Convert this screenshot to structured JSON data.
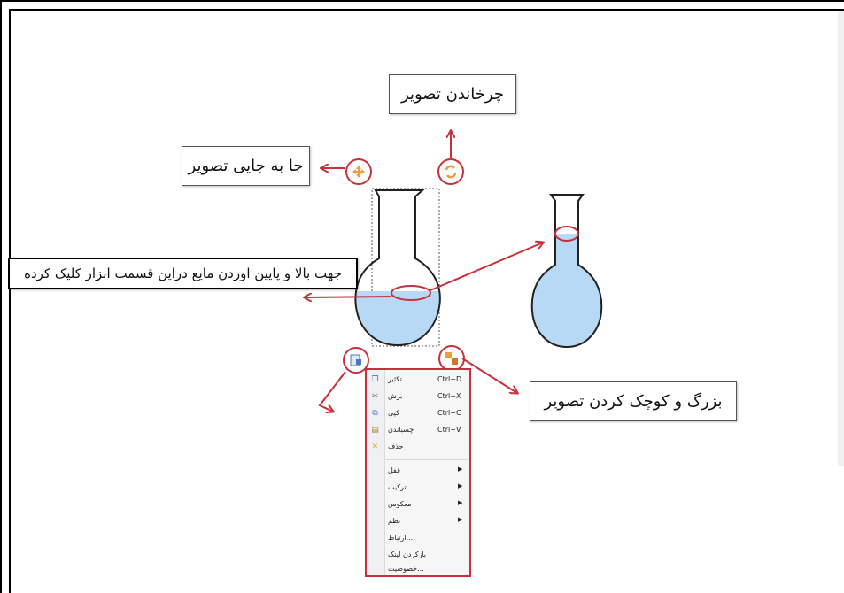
{
  "callouts": {
    "rotate": "چرخاندن تصویر",
    "move": "جا به جایی تصویر",
    "liquid": "جهت بالا و پایین اوردن مایع دراین قسمت ابزار کلیک کرده",
    "resize": "بزرگ و کوچک کردن تصویر"
  },
  "context_menu": {
    "items": [
      {
        "label": "تکثیر",
        "shortcut": "Ctrl+D",
        "icon": "duplicate-icon",
        "submenu": false
      },
      {
        "label": "برش",
        "shortcut": "Ctrl+X",
        "icon": "scissors-icon",
        "submenu": false
      },
      {
        "label": "کپی",
        "shortcut": "Ctrl+C",
        "icon": "copy-icon",
        "submenu": false
      },
      {
        "label": "چسباندن",
        "shortcut": "Ctrl+V",
        "icon": "paste-icon",
        "submenu": false
      },
      {
        "label": "حذف",
        "shortcut": "",
        "icon": "delete-icon",
        "submenu": false
      },
      {
        "label": "قفل",
        "shortcut": "",
        "icon": "",
        "submenu": true
      },
      {
        "label": "ترکیب",
        "shortcut": "",
        "icon": "",
        "submenu": true
      },
      {
        "label": "معکوس",
        "shortcut": "",
        "icon": "",
        "submenu": true
      },
      {
        "label": "نظم",
        "shortcut": "",
        "icon": "",
        "submenu": true
      },
      {
        "label": "...ارتباط",
        "shortcut": "",
        "icon": "",
        "submenu": false
      },
      {
        "label": "بازکردن لینک",
        "shortcut": "",
        "icon": "",
        "submenu": false
      },
      {
        "label": "...خصوصیت",
        "shortcut": "",
        "icon": "",
        "submenu": false
      }
    ]
  },
  "colors": {
    "annotation_red": "#c8313b",
    "liquid_blue": "#b7d9f5",
    "handle_orange": "#e8a13a"
  }
}
